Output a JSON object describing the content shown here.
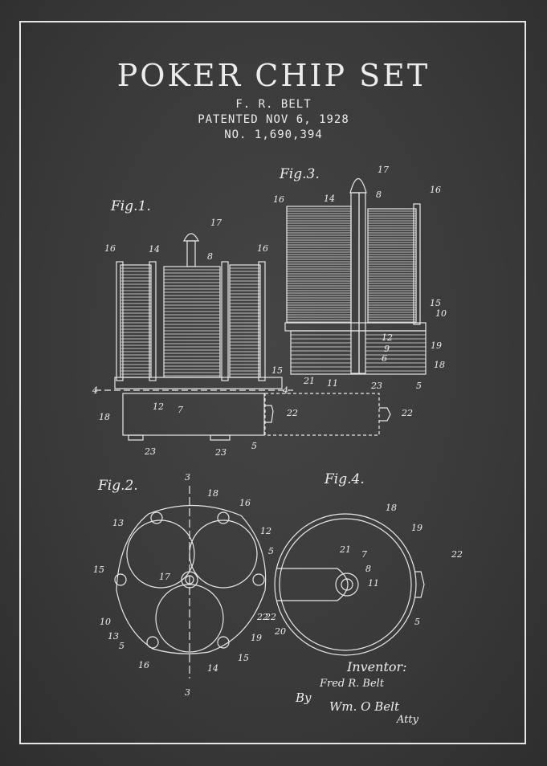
{
  "header": {
    "title": "POKER CHIP SET",
    "inventor": "F. R. BELT",
    "patented": "PATENTED NOV 6, 1928",
    "number": "NO. 1,690,394"
  },
  "figures": {
    "fig1": "Fig.1.",
    "fig2": "Fig.2.",
    "fig3": "Fig.3.",
    "fig4": "Fig.4."
  },
  "signature": {
    "inventor_label": "Inventor:",
    "inventor_name": "Fred R. Belt",
    "by": "By",
    "attorney": "Wm. O Belt",
    "attorney_suffix": "Atty"
  },
  "colors": {
    "background": "#3a3a3a",
    "ink": "#ececec"
  }
}
